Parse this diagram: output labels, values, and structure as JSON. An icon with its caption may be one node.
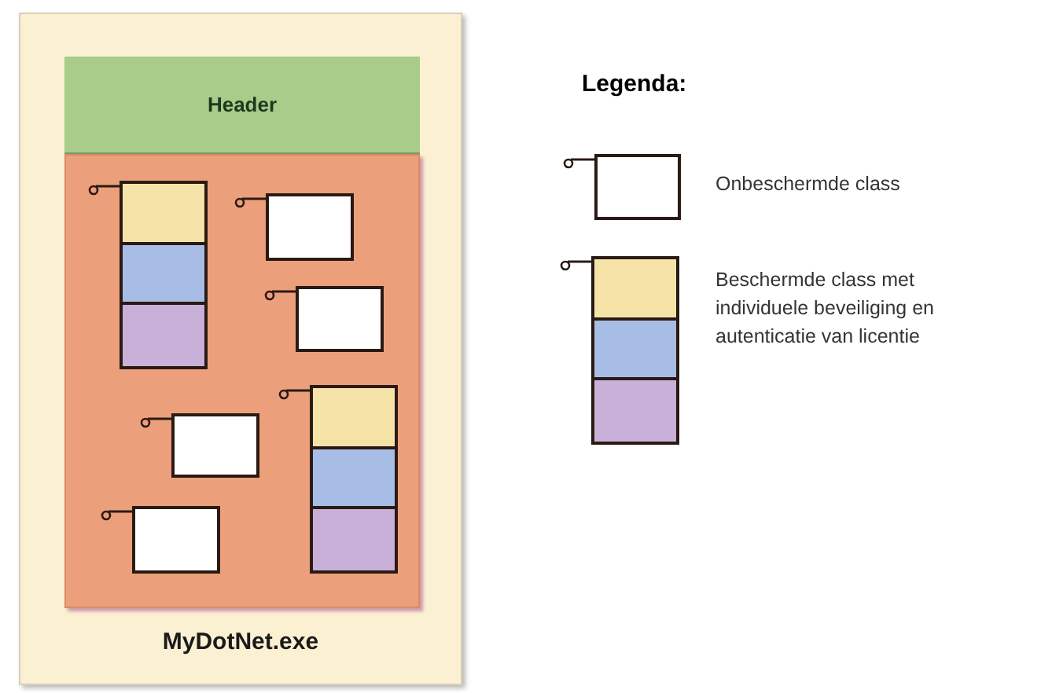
{
  "diagram": {
    "nodes": [
      {
        "text": [
          "MyDotNet.exe"
        ]
      },
      {
        "text": [
          "Header"
        ],
        "in": 0
      },
      {
        "text": [],
        "shape": "box",
        "in": 0
      },
      {
        "text": [],
        "shape": "box",
        "in": 2
      },
      {
        "text": [],
        "shape": "box",
        "in": 2
      },
      {
        "text": [],
        "shape": "box",
        "in": 2
      },
      {
        "text": [],
        "shape": "box",
        "in": 2
      },
      {
        "text": [],
        "shape": "box",
        "in": 2
      },
      {
        "text": [],
        "shape": "box",
        "in": 2
      }
    ],
    "edges": [],
    "labels": [
      "Legenda:"
    ],
    "legend": [
      {
        "text": "Onbeschermde class"
      },
      {
        "text": "Beschermde class met individuele beveiliging en autenticatie van licentie"
      }
    ]
  }
}
